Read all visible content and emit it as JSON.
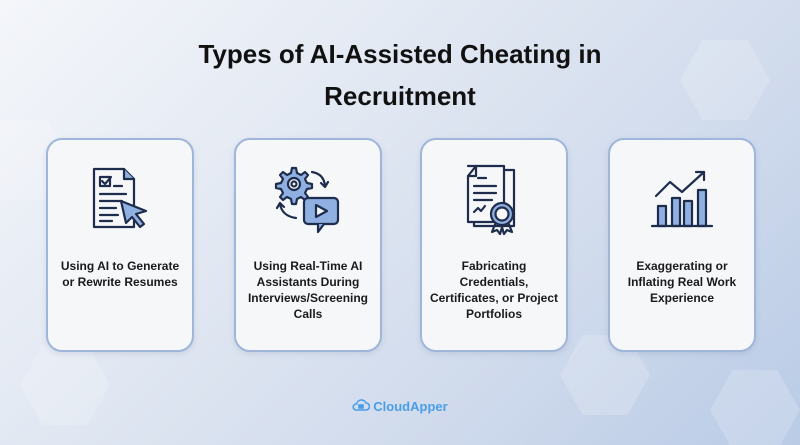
{
  "title": {
    "line1": "Types of AI-Assisted Cheating in",
    "line2": "Recruitment"
  },
  "cards": [
    {
      "icon": "resume-cursor-icon",
      "label": "Using AI to Generate or Rewrite Resumes"
    },
    {
      "icon": "gear-video-chat-icon",
      "label": "Using Real-Time AI Assistants During Interviews/Screening Calls"
    },
    {
      "icon": "certificate-ribbon-icon",
      "label": "Fabricating Credentials, Certificates, or Project Portfolios"
    },
    {
      "icon": "bar-chart-growth-icon",
      "label": "Exaggerating or Inflating Real Work Experience"
    }
  ],
  "logo": {
    "text": "CloudApper",
    "icon": "cloud-icon"
  },
  "colors": {
    "accent_fill": "#8fb0e0",
    "icon_stroke": "#1f2d4d",
    "card_border": "#9fb6da",
    "logo_color": "#4a9ee8"
  }
}
